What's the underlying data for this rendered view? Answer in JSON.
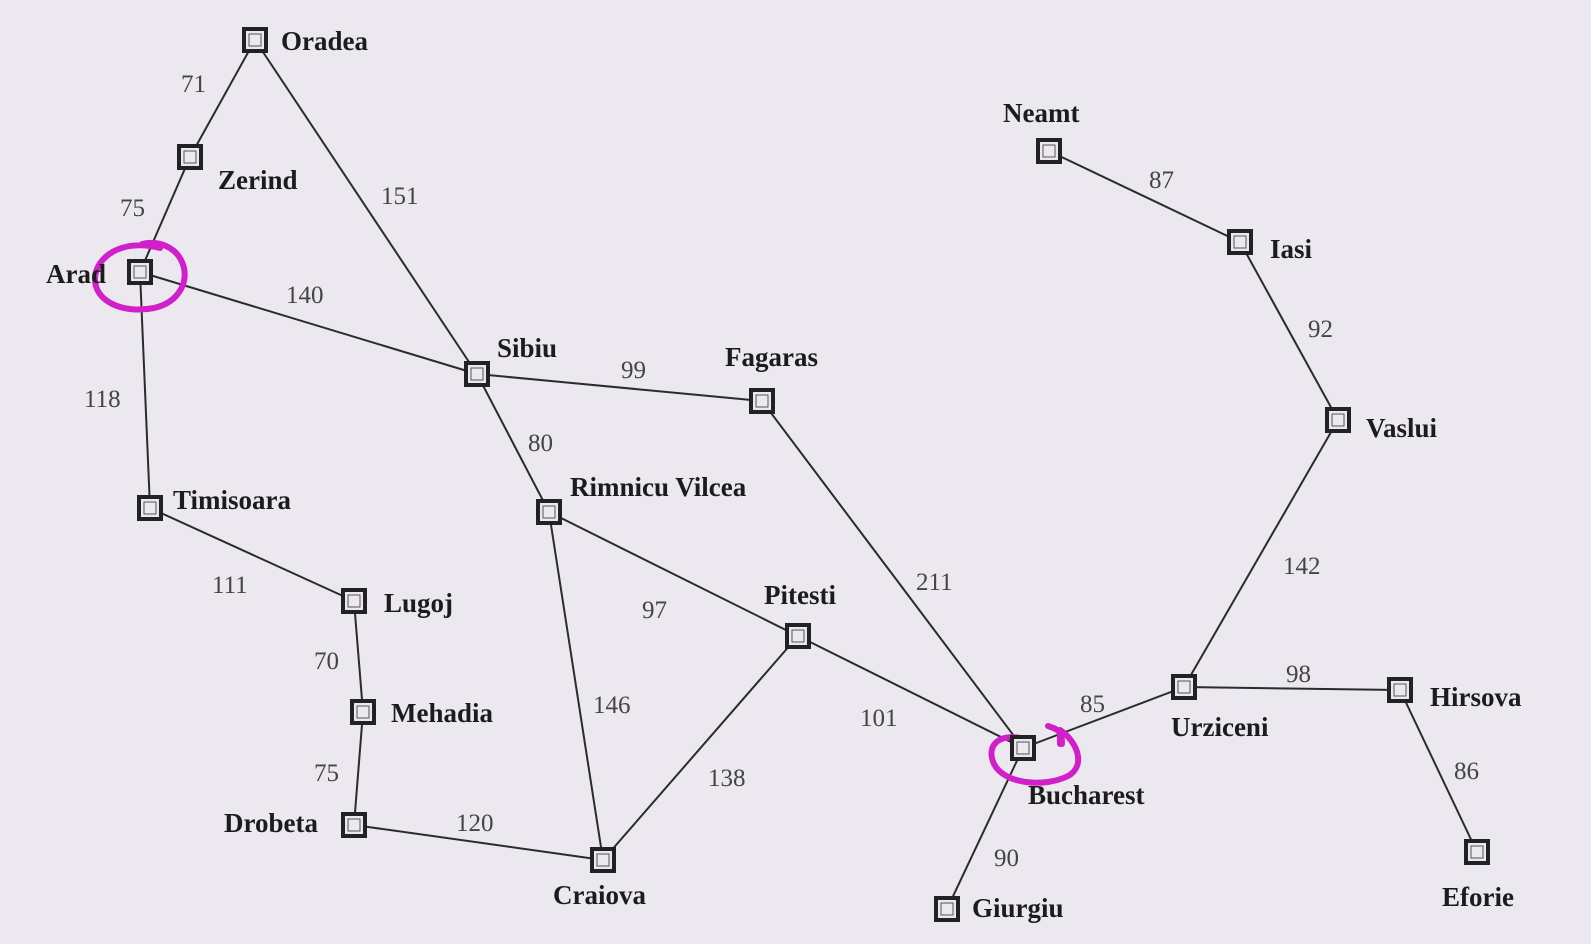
{
  "highlight_color": "#d11fc9",
  "cities": [
    {
      "name": "Oradea"
    },
    {
      "name": "Zerind"
    },
    {
      "name": "Arad"
    },
    {
      "name": "Timisoara"
    },
    {
      "name": "Lugoj"
    },
    {
      "name": "Mehadia"
    },
    {
      "name": "Drobeta"
    },
    {
      "name": "Sibiu"
    },
    {
      "name": "Rimnicu Vilcea"
    },
    {
      "name": "Craiova"
    },
    {
      "name": "Fagaras"
    },
    {
      "name": "Pitesti"
    },
    {
      "name": "Bucharest"
    },
    {
      "name": "Giurgiu"
    },
    {
      "name": "Urziceni"
    },
    {
      "name": "Hirsova"
    },
    {
      "name": "Eforie"
    },
    {
      "name": "Vaslui"
    },
    {
      "name": "Iasi"
    },
    {
      "name": "Neamt"
    }
  ],
  "roads": [
    {
      "from": "Oradea",
      "to": "Zerind",
      "distance": "71"
    },
    {
      "from": "Zerind",
      "to": "Arad",
      "distance": "75"
    },
    {
      "from": "Oradea",
      "to": "Sibiu",
      "distance": "151"
    },
    {
      "from": "Arad",
      "to": "Sibiu",
      "distance": "140"
    },
    {
      "from": "Arad",
      "to": "Timisoara",
      "distance": "118"
    },
    {
      "from": "Timisoara",
      "to": "Lugoj",
      "distance": "111"
    },
    {
      "from": "Lugoj",
      "to": "Mehadia",
      "distance": "70"
    },
    {
      "from": "Mehadia",
      "to": "Drobeta",
      "distance": "75"
    },
    {
      "from": "Drobeta",
      "to": "Craiova",
      "distance": "120"
    },
    {
      "from": "Sibiu",
      "to": "Fagaras",
      "distance": "99"
    },
    {
      "from": "Sibiu",
      "to": "Rimnicu Vilcea",
      "distance": "80"
    },
    {
      "from": "Rimnicu Vilcea",
      "to": "Pitesti",
      "distance": "97"
    },
    {
      "from": "Rimnicu Vilcea",
      "to": "Craiova",
      "distance": "146"
    },
    {
      "from": "Craiova",
      "to": "Pitesti",
      "distance": "138"
    },
    {
      "from": "Fagaras",
      "to": "Bucharest",
      "distance": "211"
    },
    {
      "from": "Pitesti",
      "to": "Bucharest",
      "distance": "101"
    },
    {
      "from": "Bucharest",
      "to": "Giurgiu",
      "distance": "90"
    },
    {
      "from": "Bucharest",
      "to": "Urziceni",
      "distance": "85"
    },
    {
      "from": "Urziceni",
      "to": "Hirsova",
      "distance": "98"
    },
    {
      "from": "Hirsova",
      "to": "Eforie",
      "distance": "86"
    },
    {
      "from": "Urziceni",
      "to": "Vaslui",
      "distance": "142"
    },
    {
      "from": "Vaslui",
      "to": "Iasi",
      "distance": "92"
    },
    {
      "from": "Iasi",
      "to": "Neamt",
      "distance": "87"
    }
  ]
}
